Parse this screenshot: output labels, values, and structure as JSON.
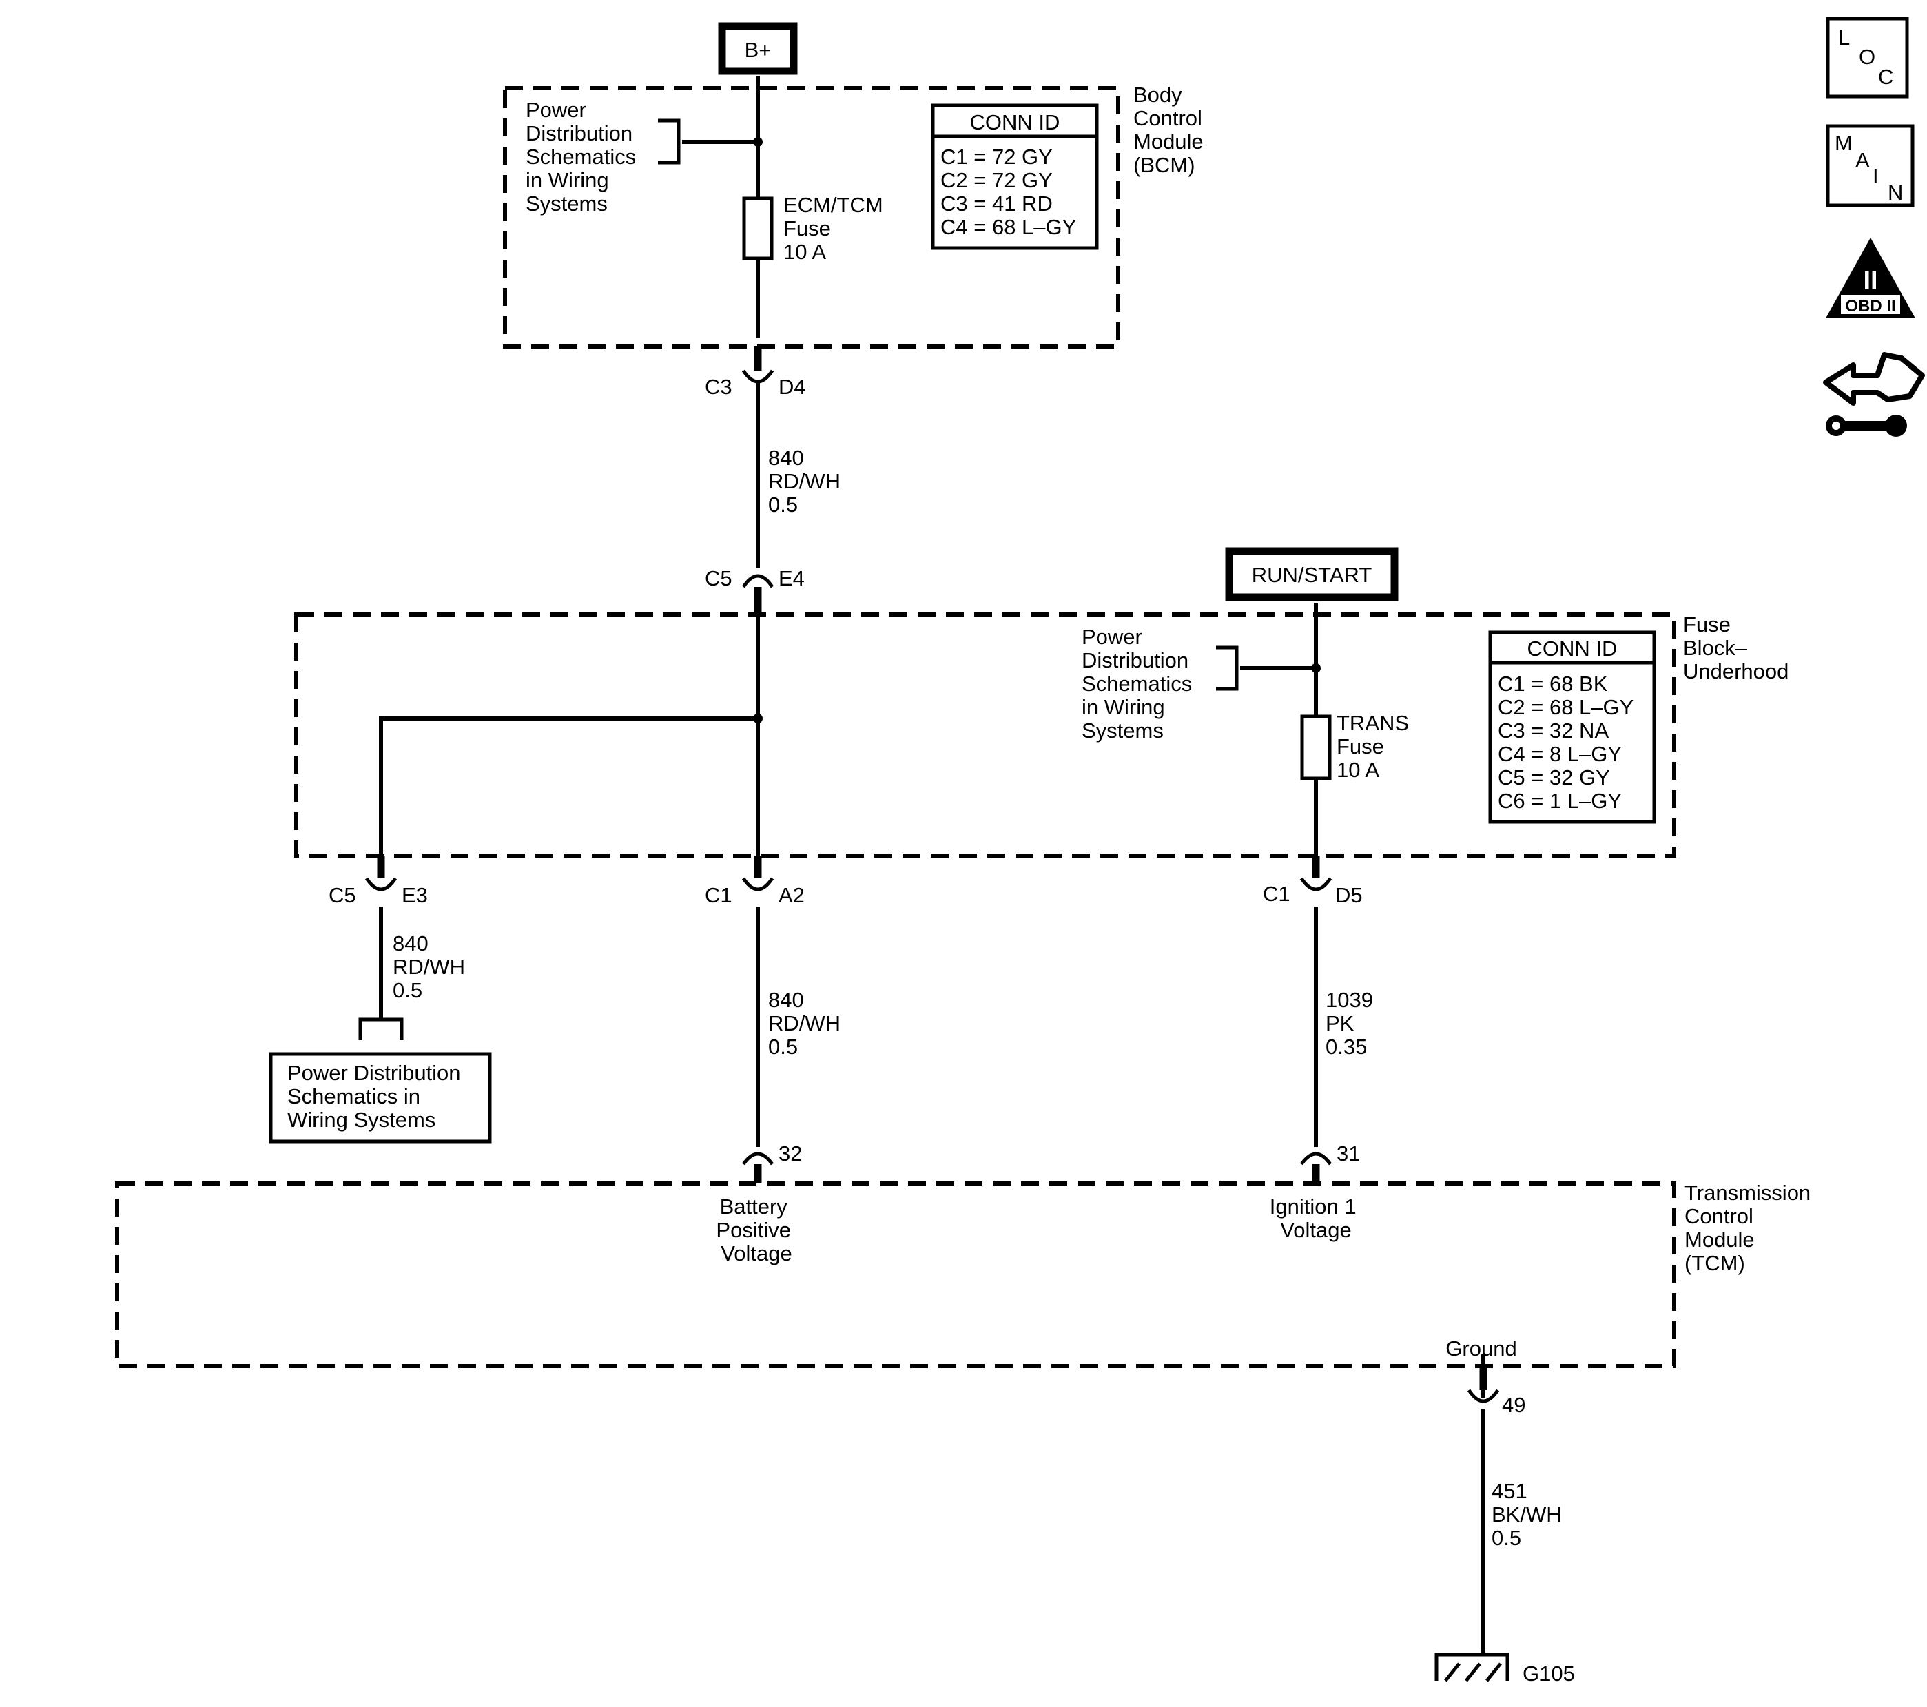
{
  "sources": {
    "battery": "B+",
    "run_start": "RUN/START"
  },
  "bcm": {
    "name": [
      "Body",
      "Control",
      "Module",
      "(BCM)"
    ],
    "pdist_ref": [
      "Power",
      "Distribution",
      "Schematics",
      "in Wiring",
      "Systems"
    ],
    "fuse": [
      "ECM/TCM",
      "Fuse",
      "10 A"
    ],
    "conn_title": "CONN ID",
    "conn": [
      "C1 = 72 GY",
      "C2 = 72 GY",
      "C3 = 41 RD",
      "C4 = 68 L–GY"
    ],
    "out_conn": "C3",
    "out_pin": "D4"
  },
  "wires": {
    "bcm_to_fb": [
      "840",
      "RD/WH",
      "0.5"
    ],
    "fb_left": [
      "840",
      "RD/WH",
      "0.5"
    ],
    "fb_mid": [
      "840",
      "RD/WH",
      "0.5"
    ],
    "fb_right": [
      "1039",
      "PK",
      "0.35"
    ],
    "ground": [
      "451",
      "BK/WH",
      "0.5"
    ]
  },
  "fuse_block": {
    "name": [
      "Fuse",
      "Block–",
      "Underhood"
    ],
    "pdist_ref": [
      "Power",
      "Distribution",
      "Schematics",
      "in Wiring",
      "Systems"
    ],
    "fuse": [
      "TRANS",
      "Fuse",
      "10 A"
    ],
    "conn_title": "CONN ID",
    "conn": [
      "C1 = 68 BK",
      "C2 = 68 L–GY",
      "C3 = 32 NA",
      "C4 = 8 L–GY",
      "C5 = 32 GY",
      "C6 = 1 L–GY"
    ],
    "in_conn": "C5",
    "in_pin": "E4",
    "left_conn": "C5",
    "left_pin": "E3",
    "mid_conn": "C1",
    "mid_pin": "A2",
    "right_conn": "C1",
    "right_pin": "D5"
  },
  "pdist_box": [
    "Power Distribution",
    "Schematics in",
    "Wiring Systems"
  ],
  "tcm": {
    "name": [
      "Transmission",
      "Control",
      "Module",
      "(TCM)"
    ],
    "pin_batt": "32",
    "pin_ign": "31",
    "label_batt": [
      "Battery",
      "Positive",
      "Voltage"
    ],
    "label_ign": [
      "Ignition 1",
      "Voltage"
    ],
    "label_gnd": "Ground",
    "pin_gnd": "49"
  },
  "ground_id": "G105",
  "side_icons": {
    "loc": [
      "L",
      "O",
      "C"
    ],
    "main": [
      "M",
      "A",
      "I",
      "N"
    ],
    "obd_numeral": "II",
    "obd_text": "OBD II"
  }
}
